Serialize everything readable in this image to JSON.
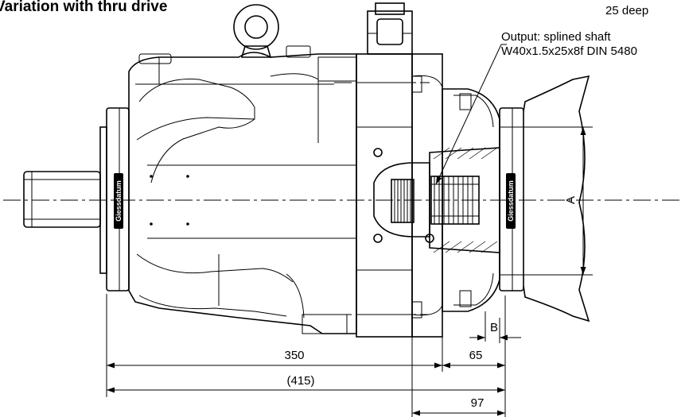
{
  "title": "Variation with thru drive",
  "notes": {
    "depth": "25 deep",
    "output_line1": "Output: splined shaft",
    "output_line2": "W40x1.5x25x8f DIN 5480"
  },
  "dimensions": {
    "d350": "350",
    "d65": "65",
    "d415": "(415)",
    "d97": "97",
    "A": "A",
    "B": "B"
  },
  "stamps": {
    "left": "Giessdatum",
    "right": "Giessdatum"
  }
}
